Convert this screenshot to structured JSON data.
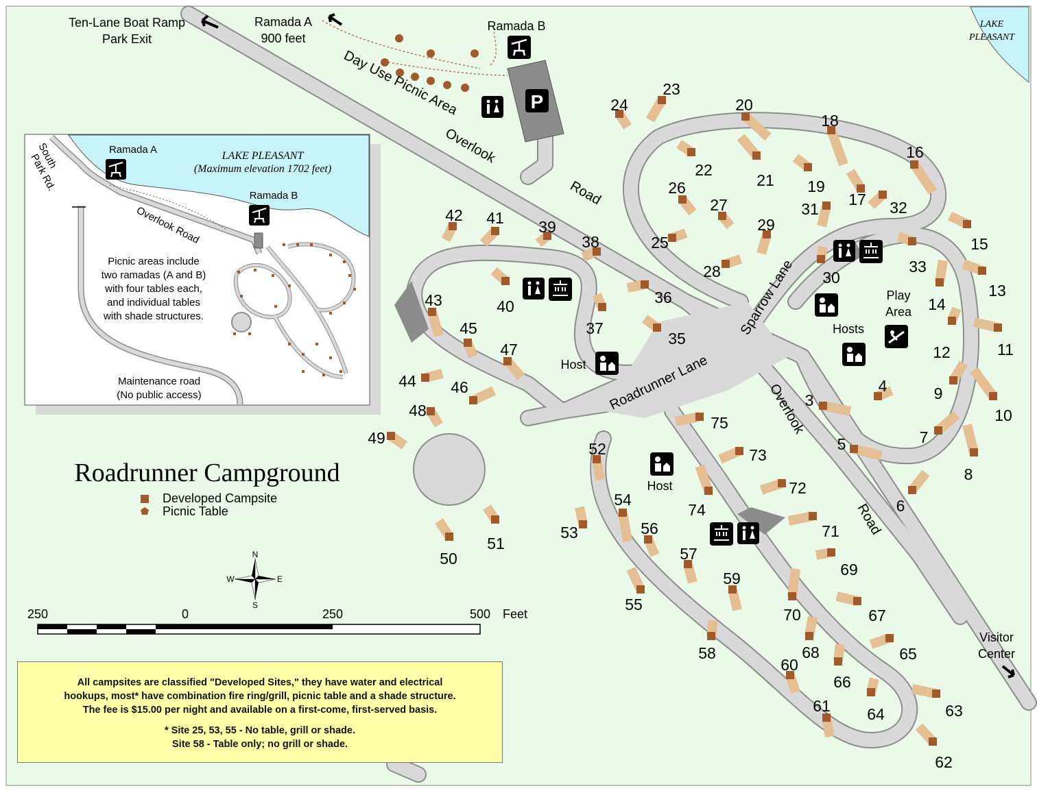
{
  "map": {
    "title": "Roadrunner Campground",
    "legend": {
      "campsite": "Developed Campsite",
      "picnic_table": "Picnic Table"
    },
    "colors": {
      "background": "#ebf9e9",
      "road": "#d9d9d9",
      "road_edge": "#8c8c8c",
      "spur": "#e3bf93",
      "site": "#a05a2c",
      "lake": "#c6f4f8",
      "inset": "#ffffff",
      "note": "#ffffa8"
    },
    "labels": {
      "boat_ramp": "Ten-Lane Boat Ramp",
      "park_exit": "Park Exit",
      "ramada_a": "Ramada A",
      "ramada_a_dist": "900 feet",
      "ramada_b": "Ramada B",
      "day_use": "Day Use Picnic Area",
      "parking": "P",
      "overlook": "Overlook",
      "road": "Road",
      "roadrunner_lane": "Roadrunner Lane",
      "sparrow_lane": "Sparrow Lane",
      "overlook_lower": "Overlook",
      "road_lower": "Road",
      "lake": "LAKE",
      "pleasant": "PLEASANT",
      "play_area_1": "Play",
      "play_area_2": "Area",
      "host_1": "Host",
      "host_2": "Host",
      "hosts": "Hosts",
      "visitor_1": "Visitor",
      "visitor_2": "Center"
    },
    "inset": {
      "ramada_a": "Ramada A",
      "ramada_b": "Ramada B",
      "lake": "LAKE PLEASANT",
      "lake_note": "(Maximum elevation 1702 feet)",
      "south": "South",
      "park_rd": "Park Rd.",
      "overlook_road": "Overlook Road",
      "text_lines": [
        "Picnic areas include",
        "two ramadas (A and B)",
        "with four tables each,",
        "and individual tables",
        "with shade structures."
      ],
      "maint_1": "Maintenance road",
      "maint_2": "(No public access)"
    },
    "compass": {
      "n": "N",
      "s": "S",
      "e": "E",
      "w": "W"
    },
    "scale": {
      "t250a": "250",
      "t0": "0",
      "t250b": "250",
      "t500": "500",
      "unit": "Feet"
    },
    "note": {
      "line1": "All campsites are classified \"Developed Sites,\" they have water and electrical",
      "line2": "hookups, most* have combination fire ring/grill, picnic table and a shade structure.",
      "line3": "The fee is $15.00 per night and available on a first-come, first-served basis.",
      "line4": "* Site 25, 53, 55 - No table, grill or shade.",
      "line5": "Site 58 - Table only; no grill or shade."
    },
    "sites": [
      {
        "n": "3"
      },
      {
        "n": "4"
      },
      {
        "n": "5"
      },
      {
        "n": "6"
      },
      {
        "n": "7"
      },
      {
        "n": "8"
      },
      {
        "n": "9"
      },
      {
        "n": "10"
      },
      {
        "n": "11"
      },
      {
        "n": "12"
      },
      {
        "n": "13"
      },
      {
        "n": "14"
      },
      {
        "n": "15"
      },
      {
        "n": "16"
      },
      {
        "n": "17"
      },
      {
        "n": "18"
      },
      {
        "n": "19"
      },
      {
        "n": "20"
      },
      {
        "n": "21"
      },
      {
        "n": "22"
      },
      {
        "n": "23"
      },
      {
        "n": "24"
      },
      {
        "n": "25"
      },
      {
        "n": "26"
      },
      {
        "n": "27"
      },
      {
        "n": "28"
      },
      {
        "n": "29"
      },
      {
        "n": "30"
      },
      {
        "n": "31"
      },
      {
        "n": "32"
      },
      {
        "n": "33"
      },
      {
        "n": "35"
      },
      {
        "n": "36"
      },
      {
        "n": "37"
      },
      {
        "n": "38"
      },
      {
        "n": "39"
      },
      {
        "n": "40"
      },
      {
        "n": "41"
      },
      {
        "n": "42"
      },
      {
        "n": "43"
      },
      {
        "n": "44"
      },
      {
        "n": "45"
      },
      {
        "n": "46"
      },
      {
        "n": "47"
      },
      {
        "n": "48"
      },
      {
        "n": "49"
      },
      {
        "n": "50"
      },
      {
        "n": "51"
      },
      {
        "n": "52"
      },
      {
        "n": "53"
      },
      {
        "n": "54"
      },
      {
        "n": "55"
      },
      {
        "n": "56"
      },
      {
        "n": "57"
      },
      {
        "n": "58"
      },
      {
        "n": "59"
      },
      {
        "n": "60"
      },
      {
        "n": "61"
      },
      {
        "n": "62"
      },
      {
        "n": "63"
      },
      {
        "n": "64"
      },
      {
        "n": "65"
      },
      {
        "n": "66"
      },
      {
        "n": "67"
      },
      {
        "n": "68"
      },
      {
        "n": "69"
      },
      {
        "n": "70"
      },
      {
        "n": "71"
      },
      {
        "n": "72"
      },
      {
        "n": "73"
      },
      {
        "n": "74"
      },
      {
        "n": "75"
      }
    ]
  }
}
